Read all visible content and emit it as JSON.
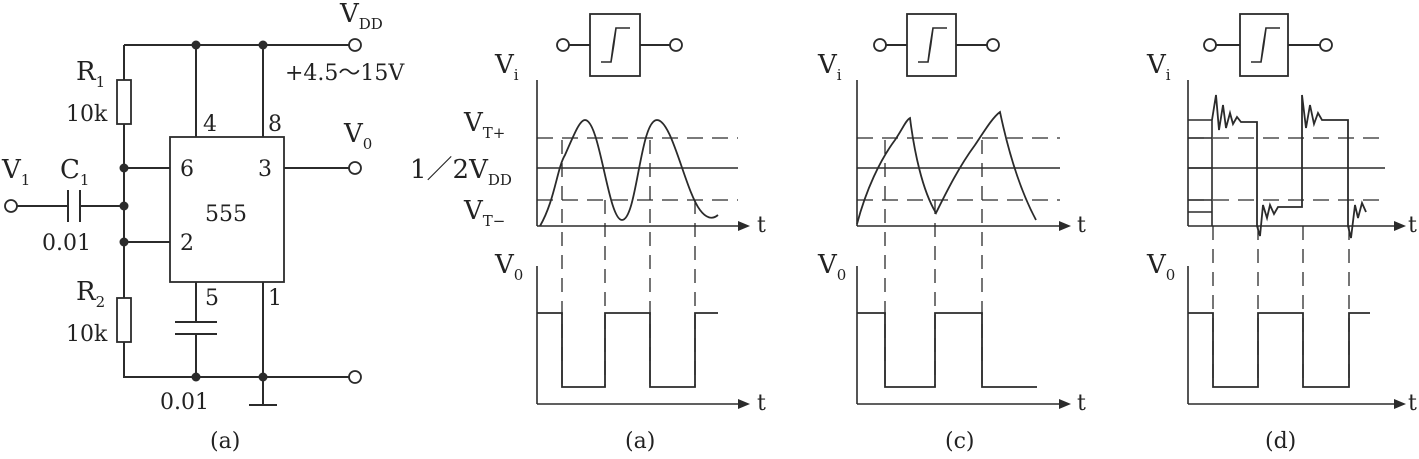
{
  "circuit": {
    "vdd": "V",
    "vdd_sub": "DD",
    "supply_range": "+4.5～15V",
    "r1": "R",
    "r1_sub": "1",
    "r1_value": "10k",
    "r2": "R",
    "r2_sub": "2",
    "r2_value": "10k",
    "c1": "C",
    "c1_sub": "1",
    "c1_value": "0.01",
    "c2_value": "0.01",
    "vin": "V",
    "vin_sub": "1",
    "vout": "V",
    "vout_sub": "0",
    "ic": "555",
    "pins": {
      "p4": "4",
      "p8": "8",
      "p6": "6",
      "p3": "3",
      "p2": "2",
      "p5": "5",
      "p1": "1"
    },
    "caption": "(a)"
  },
  "panels": [
    {
      "input_symbol": "V",
      "input_sub": "i",
      "output_symbol": "V",
      "output_sub": "0",
      "time_label": "t",
      "caption": "(a)",
      "levels": {
        "vt_plus": "V",
        "vt_plus_sub": "T+",
        "half": "1／2V",
        "half_sub": "DD",
        "vt_minus": "V",
        "vt_minus_sub": "T−"
      }
    },
    {
      "input_symbol": "V",
      "input_sub": "i",
      "output_symbol": "V",
      "output_sub": "0",
      "time_label": "t",
      "caption": "(c)"
    },
    {
      "input_symbol": "V",
      "input_sub": "i",
      "output_symbol": "V",
      "output_sub": "0",
      "time_label": "t",
      "caption": "(d)"
    }
  ]
}
